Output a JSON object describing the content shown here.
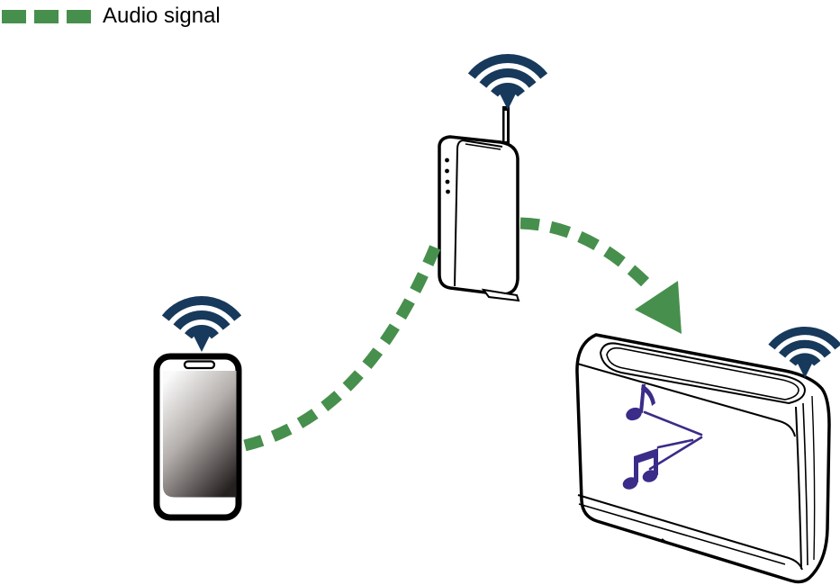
{
  "page": {
    "background": "#ffffff",
    "description": "Wi-Fi audio streaming diagram: a smartphone sends an audio signal through a wireless router to a network speaker"
  },
  "legend": {
    "label": "Audio signal",
    "line_style": "green-dashed"
  },
  "colors": {
    "signal-green": "#478F4D",
    "wifi-navy": "#17395B",
    "note-purple": "#3A2C88",
    "outline": "#000000",
    "device-fill": "#ffffff",
    "screen-light": "#fafafa",
    "screen-mid": "#b3aeab",
    "screen-dark": "#262121"
  },
  "nodes": [
    {
      "id": "smartphone",
      "icon": "wifi-icon"
    },
    {
      "id": "wireless-router",
      "icon": "wifi-icon"
    },
    {
      "id": "network-speaker",
      "icon": "wifi-icon",
      "badge": "music-notes-icon"
    }
  ],
  "connections": [
    {
      "from": "smartphone",
      "to": "wireless-router",
      "signal": "audio",
      "style": "dashed-curve"
    },
    {
      "from": "wireless-router",
      "to": "network-speaker",
      "signal": "audio",
      "style": "dashed-curve-with-arrow"
    }
  ]
}
